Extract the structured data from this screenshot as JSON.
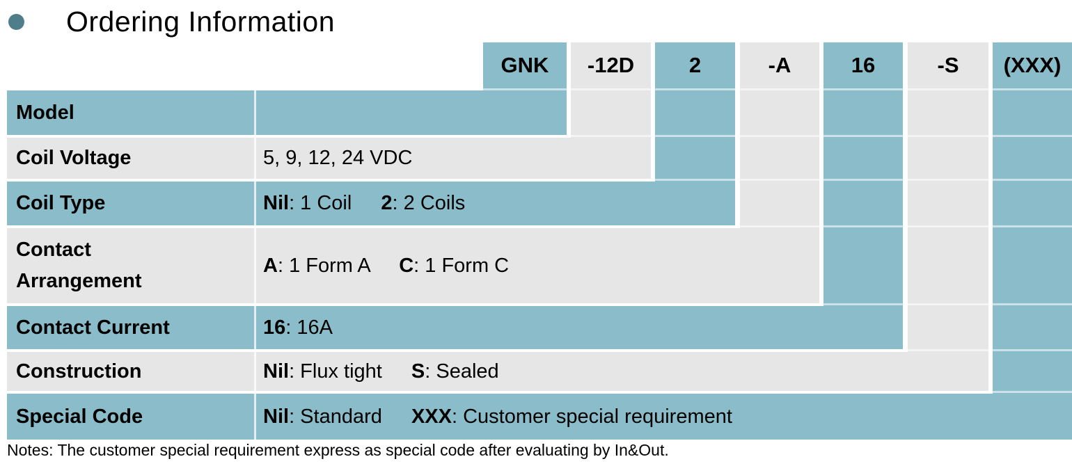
{
  "title": "Ordering Information",
  "colors": {
    "teal": "#8ABDC9",
    "gray": "#E6E6E6",
    "bullet": "#4F7D8A"
  },
  "ordering_code": {
    "parts": [
      {
        "code": "GNK",
        "color": "teal"
      },
      {
        "code": "-12D",
        "color": "gray"
      },
      {
        "code": "2",
        "color": "teal"
      },
      {
        "code": "-A",
        "color": "gray"
      },
      {
        "code": "16",
        "color": "teal"
      },
      {
        "code": "-S",
        "color": "gray"
      },
      {
        "code": "(XXX)",
        "color": "teal"
      }
    ]
  },
  "rows": [
    {
      "label": "Model",
      "color": "teal",
      "options": []
    },
    {
      "label": "Coil Voltage",
      "color": "gray",
      "options": [
        {
          "code": "",
          "desc": "5, 9, 12, 24 VDC"
        }
      ]
    },
    {
      "label": "Coil Type",
      "color": "teal",
      "options": [
        {
          "code": "Nil",
          "desc": ": 1 Coil"
        },
        {
          "code": "2",
          "desc": ": 2 Coils"
        }
      ]
    },
    {
      "label": "Contact\nArrangement",
      "color": "gray",
      "options": [
        {
          "code": "A",
          "desc": ": 1 Form A"
        },
        {
          "code": "C",
          "desc": ": 1 Form C"
        }
      ]
    },
    {
      "label": "Contact Current",
      "color": "teal",
      "options": [
        {
          "code": "16",
          "desc": ": 16A"
        }
      ]
    },
    {
      "label": "Construction",
      "color": "gray",
      "options": [
        {
          "code": "Nil",
          "desc": ": Flux tight"
        },
        {
          "code": "S",
          "desc": ": Sealed"
        }
      ]
    },
    {
      "label": "Special Code",
      "color": "teal",
      "options": [
        {
          "code": "Nil",
          "desc": ": Standard"
        },
        {
          "code": "XXX",
          "desc": ": Customer special requirement"
        }
      ]
    }
  ],
  "notes": "Notes: The customer special requirement express as special code after evaluating by In&Out."
}
